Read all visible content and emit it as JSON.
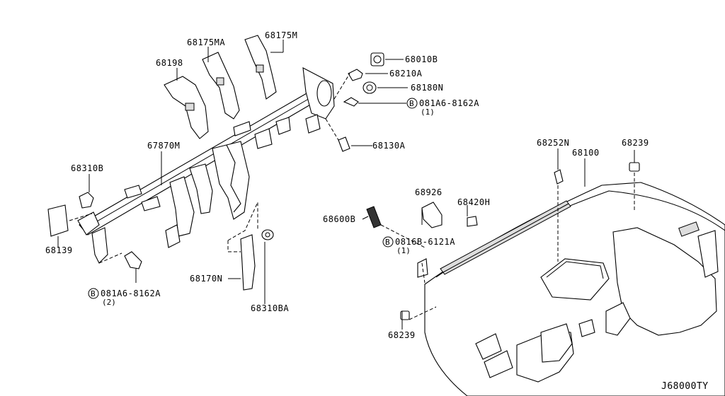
{
  "diagram_code": "J68000TY",
  "labels": {
    "p68175MA": "68175MA",
    "p68175M": "68175M",
    "p68010B": "68010B",
    "p68198": "68198",
    "p68210A": "68210A",
    "p68180N": "68180N",
    "b1_code": "081A6-8162A",
    "b1_qty": "(1)",
    "p68130A": "68130A",
    "p67870M": "67870M",
    "p68252N": "68252N",
    "p68100": "68100",
    "p68239_top": "68239",
    "p68310B": "68310B",
    "p68926": "68926",
    "p68420H": "68420H",
    "p68600B": "68600B",
    "b2_code": "0816B-6121A",
    "b2_qty": "(1)",
    "p68139": "68139",
    "p68170N": "68170N",
    "b3_code": "081A6-8162A",
    "b3_qty": "(2)",
    "p68310BA": "68310BA",
    "p68239_bottom": "68239",
    "bolt_symbol": "B"
  }
}
